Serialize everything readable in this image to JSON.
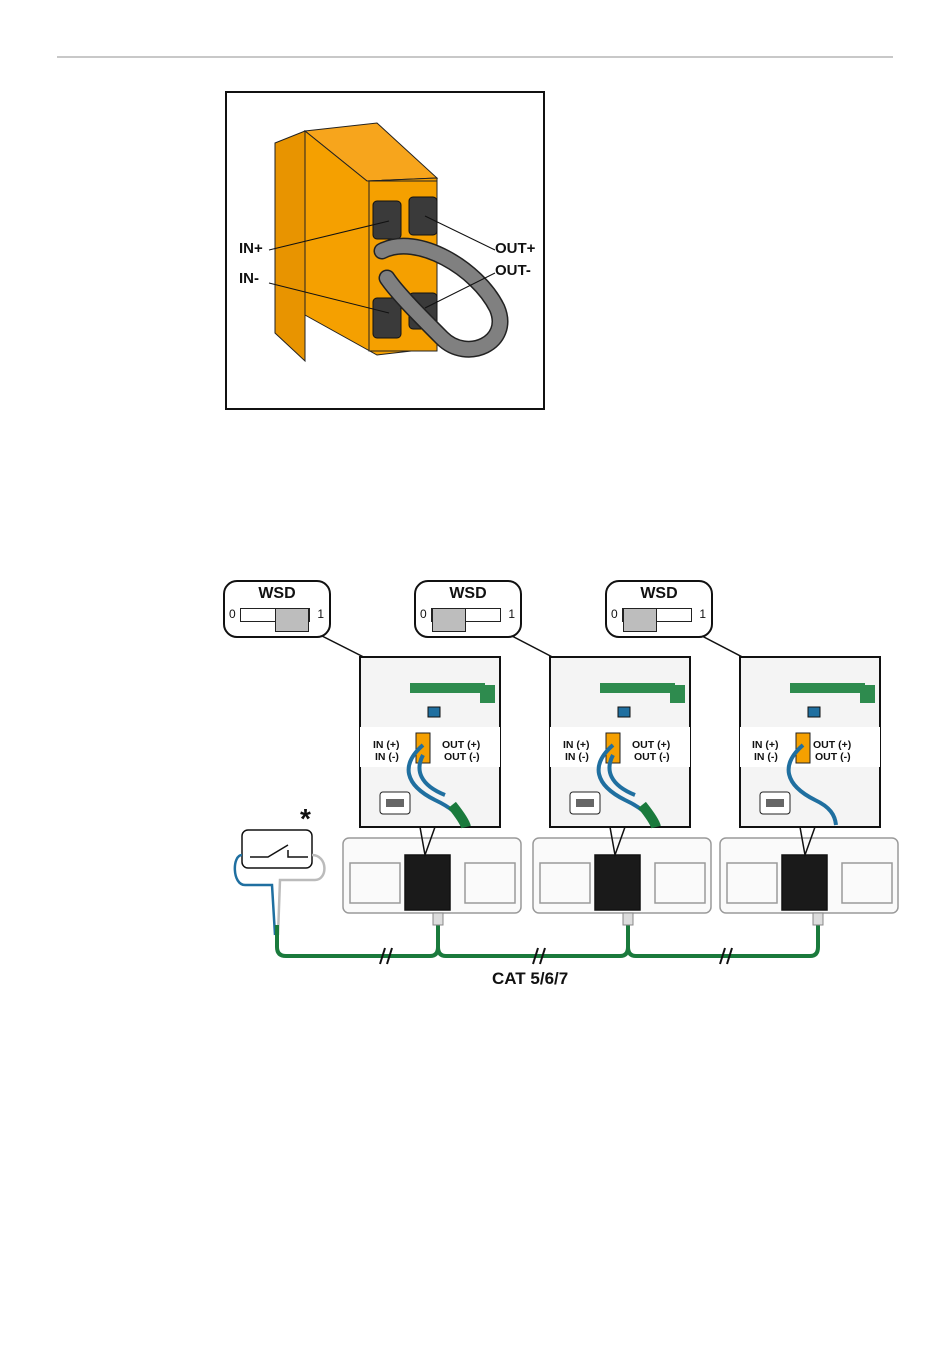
{
  "page": {
    "header_rule": true
  },
  "figure_connector": {
    "labels": {
      "in_plus": "IN+",
      "in_minus": "IN-",
      "out_plus": "OUT+",
      "out_minus": "OUT-"
    },
    "colors": {
      "connector_body": "#f5a000",
      "terminal": "#3a3a3a",
      "jumper_wire": "#808080"
    }
  },
  "figure_wiring": {
    "devices": [
      {
        "wsd_label": "WSD",
        "switch_low": "0",
        "switch_high": "1",
        "switch_position": "1",
        "in_plus": "IN (+)",
        "in_minus": "IN (-)",
        "out_plus": "OUT (+)",
        "out_minus": "OUT (-)"
      },
      {
        "wsd_label": "WSD",
        "switch_low": "0",
        "switch_high": "1",
        "switch_position": "0",
        "in_plus": "IN (+)",
        "in_minus": "IN (-)",
        "out_plus": "OUT (+)",
        "out_minus": "OUT (-)"
      },
      {
        "wsd_label": "WSD",
        "switch_low": "0",
        "switch_high": "1",
        "switch_position": "0",
        "in_plus": "IN (+)",
        "in_minus": "IN (-)",
        "out_plus": "OUT (+)",
        "out_minus": "OUT (-)"
      }
    ],
    "external_switch_marker": "*",
    "cable_label": "CAT 5/6/7",
    "break_mark": "//",
    "colors": {
      "cable_green": "#1a7a3c",
      "wire_blue": "#1f6fa0",
      "board_green": "#2e8b4e"
    }
  }
}
